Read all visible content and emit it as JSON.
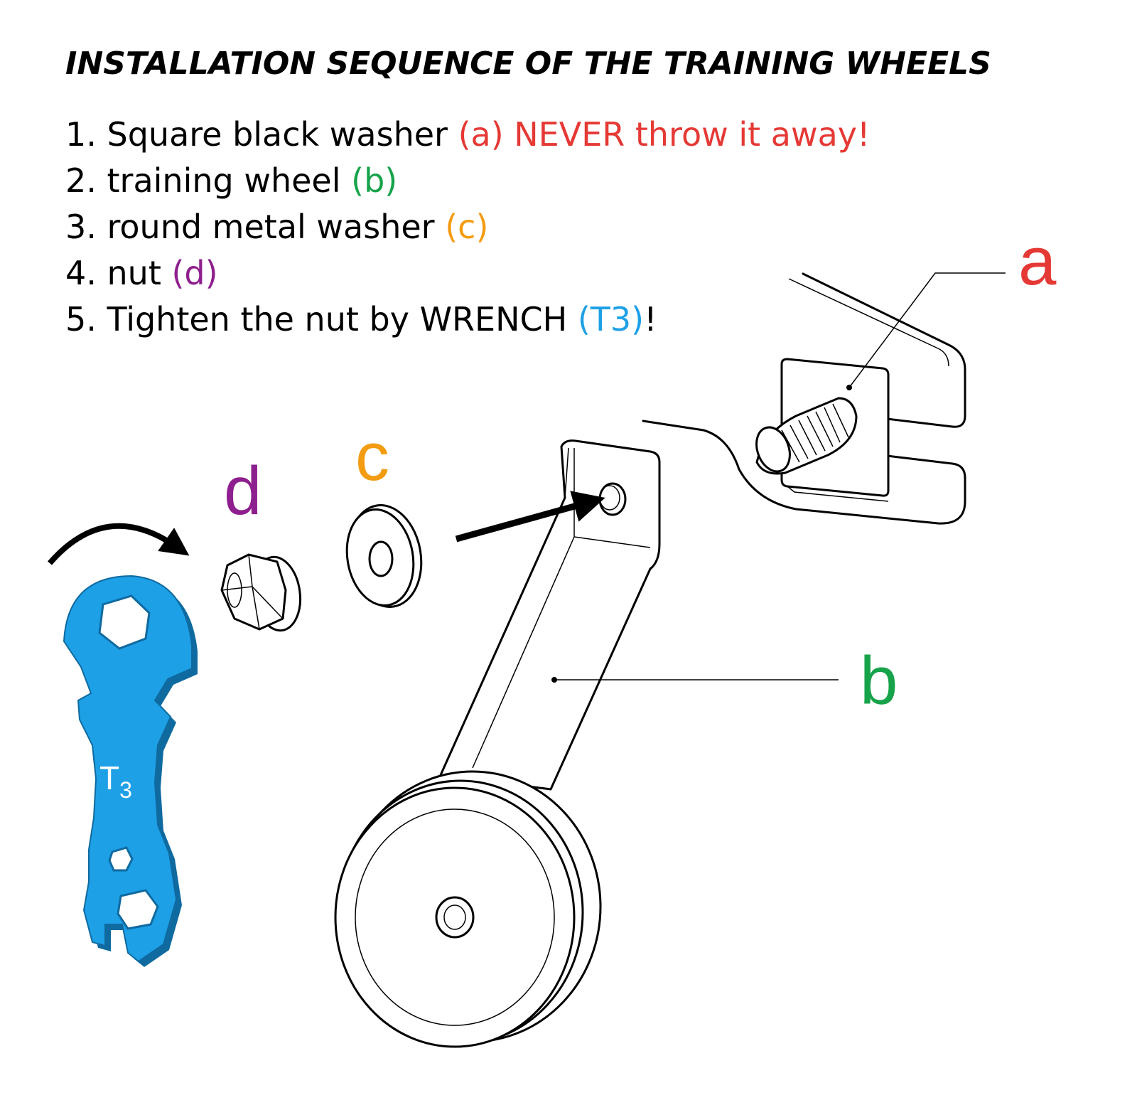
{
  "title": "INSTALLATION SEQUENCE OF THE TRAINING WHEELS",
  "steps": [
    {
      "prefix": "1. Square black washer ",
      "highlight": "(a) NEVER throw it away!",
      "suffix": "",
      "color": "#e53935"
    },
    {
      "prefix": "2. training wheel ",
      "highlight": "(b)",
      "suffix": "",
      "color": "#16a34a"
    },
    {
      "prefix": "3. round metal washer ",
      "highlight": "(c)",
      "suffix": "",
      "color": "#f39c12"
    },
    {
      "prefix": "4. nut ",
      "highlight": "(d)",
      "suffix": "",
      "color": "#8e1f8e"
    },
    {
      "prefix": "5. Tighten the nut by WRENCH ",
      "highlight": "(T3)",
      "suffix": "!",
      "color": "#1ea0e6"
    }
  ],
  "labels": {
    "a": {
      "text": "a",
      "color": "#e53935"
    },
    "b": {
      "text": "b",
      "color": "#16a34a"
    },
    "c": {
      "text": "c",
      "color": "#f39c12"
    },
    "d": {
      "text": "d",
      "color": "#8e1f8e"
    }
  },
  "wrench": {
    "label": "T",
    "subscript": "3",
    "color": "#1ea0e6"
  }
}
